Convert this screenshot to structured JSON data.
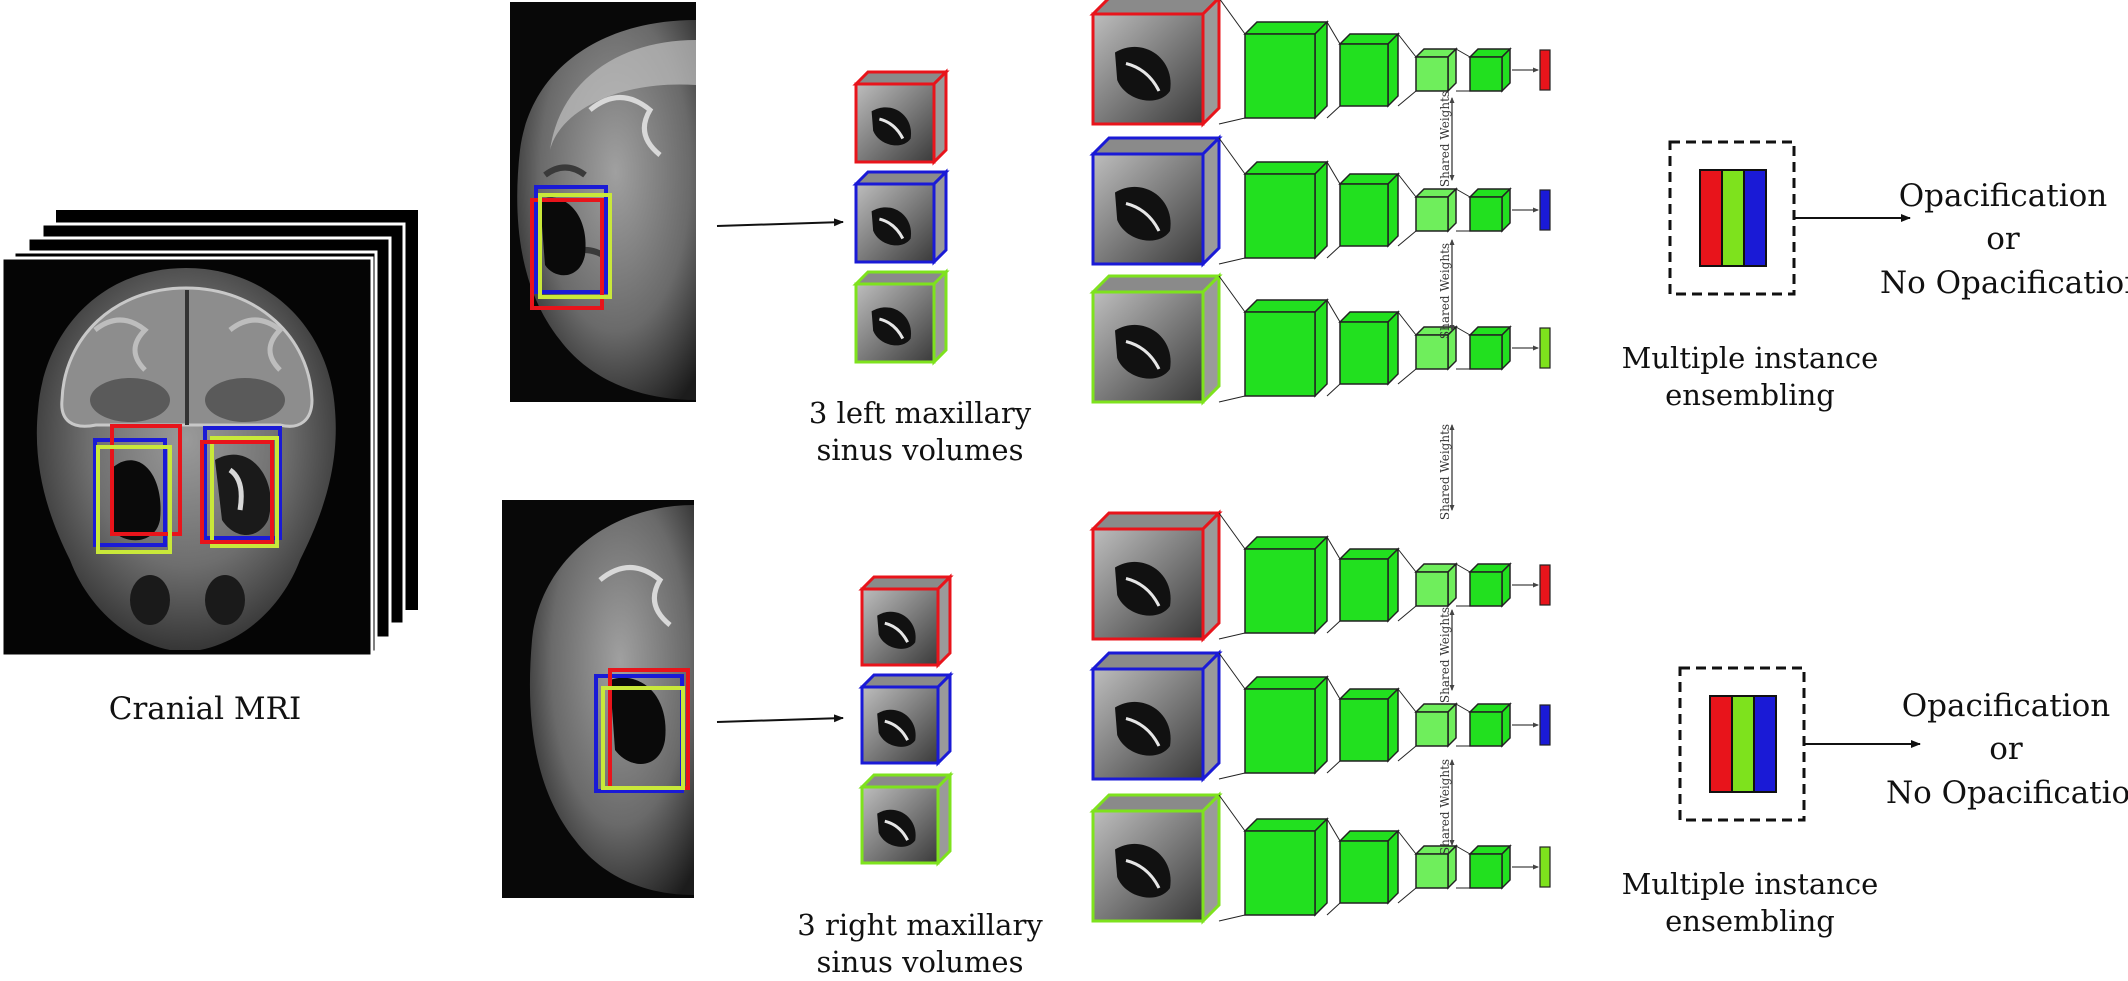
{
  "mri_label": "Cranial MRI",
  "left_volumes_label": [
    "3 left maxillary",
    "sinus volumes"
  ],
  "right_volumes_label": [
    "3 right maxillary",
    "sinus volumes"
  ],
  "ensemble_label": [
    "Multiple instance",
    "ensembling"
  ],
  "output_label": [
    "Opacification",
    "or",
    "No Opacification"
  ],
  "shared_weights": "Shared Weights",
  "colors": {
    "red": "#e8141b",
    "blue": "#1a1ad6",
    "green": "#7ee21d",
    "yellow_green": "#c9e83a",
    "cnn_block": "#22e01f",
    "cnn_block_light": "#6fee5c"
  }
}
